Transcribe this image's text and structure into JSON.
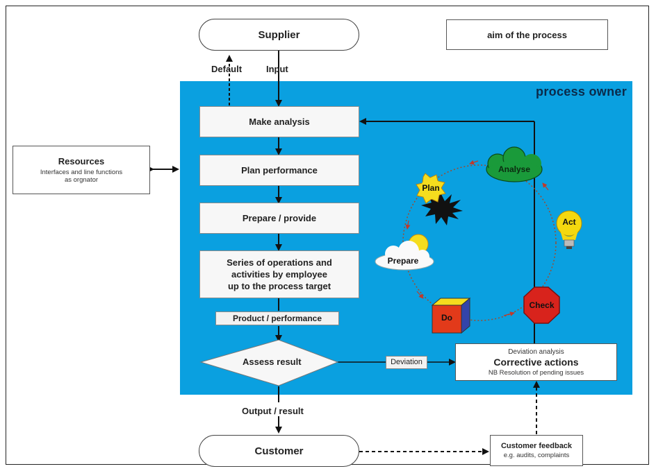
{
  "supplier": "Supplier",
  "aim": "aim of the process",
  "labels": {
    "default": "Default",
    "input": "Input",
    "product_performance": "Product / performance",
    "deviation": "Deviation",
    "output_result": "Output / result"
  },
  "process_owner": "process owner",
  "resources": {
    "title": "Resources",
    "line1": "Interfaces and line functions",
    "line2": "as orgnator"
  },
  "steps": {
    "make_analysis": "Make analysis",
    "plan_performance": "Plan performance",
    "prepare_provide": "Prepare / provide",
    "series_1": "Series of operations and",
    "series_2": "activities by employee",
    "series_3": "up to the process target",
    "assess": "Assess result"
  },
  "corrective": {
    "top": "Deviation analysis",
    "title": "Corrective actions",
    "note": "NB Resolution of pending issues"
  },
  "customer": "Customer",
  "feedback": {
    "title": "Customer feedback",
    "note": "e.g. audits, complaints"
  },
  "pdca": {
    "plan": "Plan",
    "prepare": "Prepare",
    "do": "Do",
    "check": "Check",
    "act": "Act",
    "analyse": "Analyse"
  },
  "colors": {
    "panel": "#0aa0e0",
    "cloud": "#1a9a3a",
    "stop": "#d8231c",
    "sun": "#f5dd1e",
    "bulb": "#f4d80f"
  }
}
